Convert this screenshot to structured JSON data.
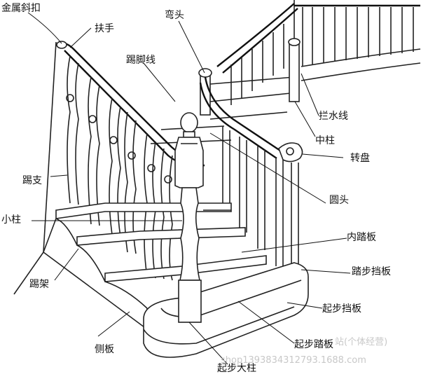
{
  "labels": {
    "metal_clip": "金属斜扣",
    "handrail": "扶手",
    "gooseneck": "弯头",
    "skirting": "踢脚线",
    "water_line": "拦水线",
    "newel": "中柱",
    "turnout": "转盘",
    "baluster_kick": "踢支",
    "ball_cap": "圆头",
    "baluster": "小柱",
    "inner_tread": "内踏板",
    "riser": "踏步挡板",
    "bracket": "踢架",
    "start_riser": "起步挡板",
    "stringer": "侧板",
    "start_tread": "起步踏板",
    "start_newel": "起步大柱"
  },
  "watermark": {
    "line1": "站(个体经营)",
    "line2": "shop1393834312793.1688.com"
  }
}
